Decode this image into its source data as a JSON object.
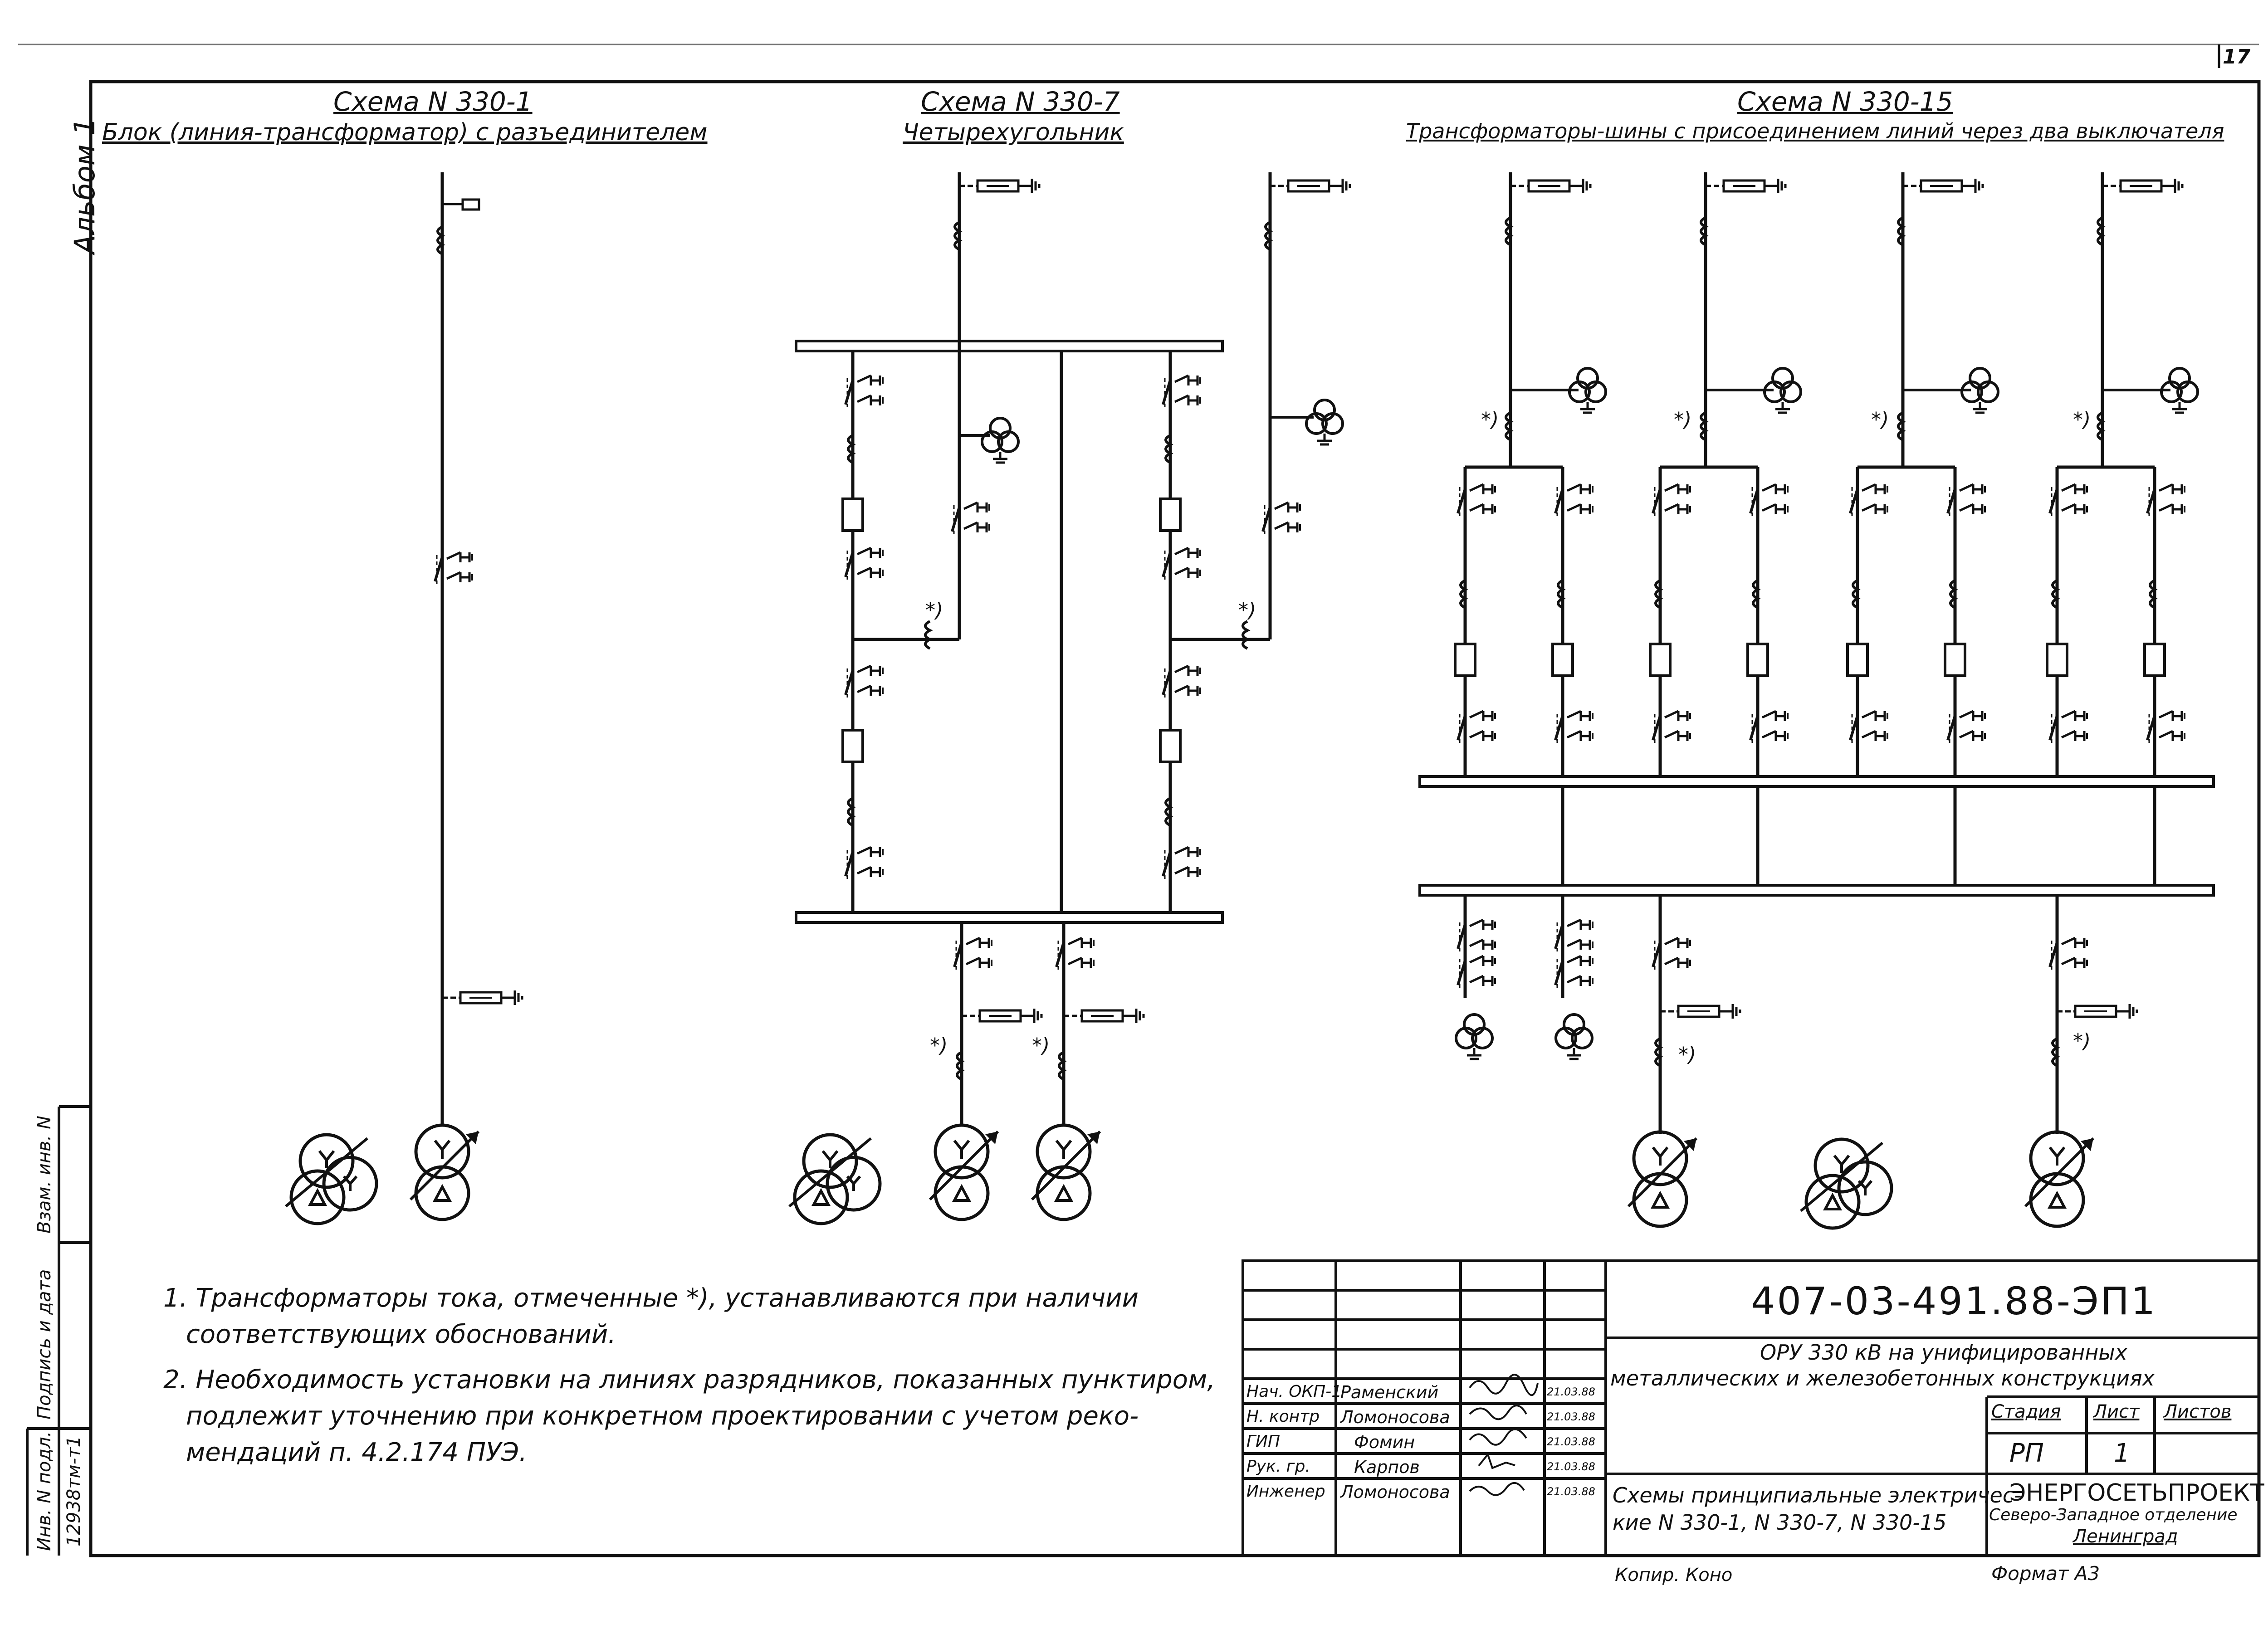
{
  "page_number": "17",
  "album_label": "Альбом 1",
  "schemes": [
    {
      "title": "Схема N 330-1",
      "subtitle": "Блок (линия-трансформатор) с разъединителем"
    },
    {
      "title": "Схема N 330-7",
      "subtitle": "Четырехугольник"
    },
    {
      "title": "Схема N 330-15",
      "subtitle": "Трансформаторы-шины с присоединением линий через два выключателя"
    }
  ],
  "ct_mark": "*)",
  "notes": [
    "1. Трансформаторы тока, отмеченные *), устанавливаются при наличии",
    "соответствующих обоснований.",
    "2. Необходимость установки на линиях разрядников, показанных пунктиром,",
    "подлежит уточнению при конкретном проектировании с учетом реко-",
    "мендаций п. 4.2.174 ПУЭ."
  ],
  "left_strip": {
    "inv_label": "Инв. N подл.",
    "inv_number": "12938тм-т1",
    "sign_label": "Подпись и дата",
    "replace_label": "Взам. инв. N"
  },
  "title_block": {
    "doc_code": "407-03-491.88-ЭП1",
    "project_title_line1": "ОРУ 330 кВ на унифицированных",
    "project_title_line2": "металлических и железобетонных конструкциях",
    "drawing_title_line1": "Схемы принципиальные электричес-",
    "drawing_title_line2": "кие N 330-1, N 330-7, N 330-15",
    "stage_header": "Стадия",
    "sheet_header": "Лист",
    "sheets_header": "Листов",
    "stage": "РП",
    "sheet": "1",
    "sheets": "",
    "org_name": "ЭНЕРГОСЕТЬПРОЕКТ",
    "org_branch": "Северо-Западное отделение",
    "org_city": "Ленинград",
    "copied": "Копир. Коно",
    "format": "Формат А3",
    "people": [
      {
        "role": "Нач. ОКП-1",
        "name": "Раменский",
        "date": "21.03.88"
      },
      {
        "role": "Н. контр",
        "name": "Ломоносова",
        "date": "21.03.88"
      },
      {
        "role": "ГИП",
        "name": "Фомин",
        "date": "21.03.88"
      },
      {
        "role": "Рук. гр.",
        "name": "Карпов",
        "date": "21.03.88"
      },
      {
        "role": "Инженер",
        "name": "Ломоносова",
        "date": "21.03.88"
      }
    ]
  }
}
